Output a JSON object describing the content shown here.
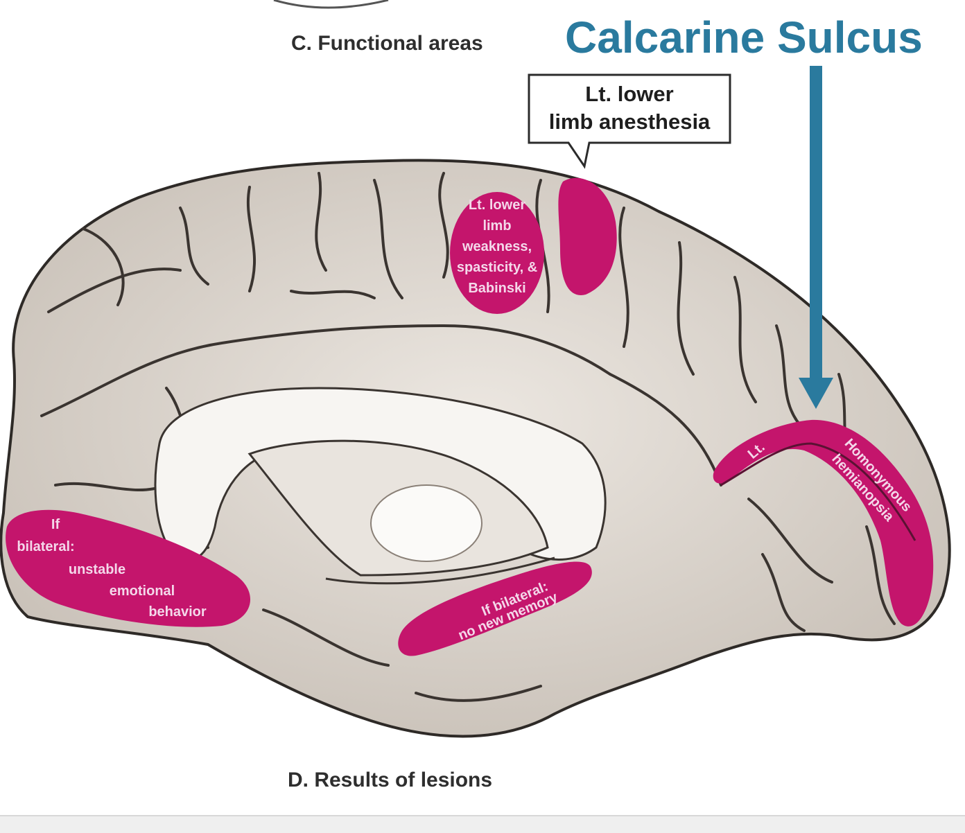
{
  "captions": {
    "functional_areas": "C. Functional areas",
    "results_of_lesions": "D. Results of lesions"
  },
  "annotation": {
    "title": "Calcarine Sulcus",
    "color": "#2a7a9e"
  },
  "callout": {
    "lines": [
      "Lt. lower",
      "limb anesthesia"
    ]
  },
  "lesions": {
    "color": "#c4156c",
    "paracentral_motor": [
      "Lt. lower",
      "limb",
      "weakness,",
      "spasticity, &",
      "Babinski"
    ],
    "orbitofrontal": [
      "If",
      "bilateral:",
      "unstable",
      "emotional",
      "behavior"
    ],
    "hippocampal": [
      "If bilateral:",
      "no new memory"
    ],
    "visual_left": "Lt.",
    "visual_right": [
      "Homonymous",
      "hemianopsia"
    ]
  }
}
